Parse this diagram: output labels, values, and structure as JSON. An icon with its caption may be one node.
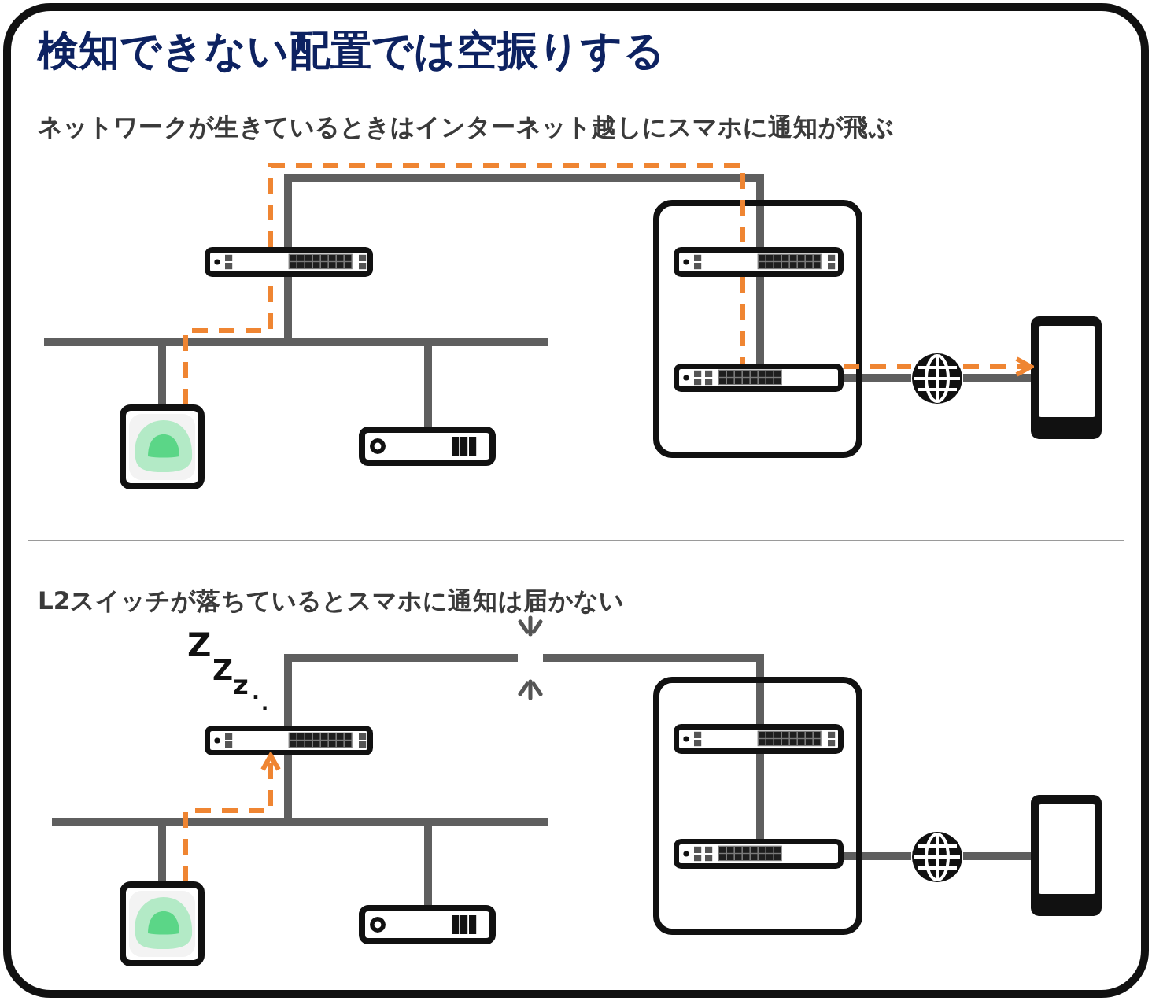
{
  "diagram": {
    "title": "検知できない配置では空振りする",
    "nodes": [
      {
        "text": [],
        "shape": "picture"
      },
      {
        "text": [],
        "shape": "bar"
      },
      {
        "text": [],
        "shape": "picture"
      },
      {
        "text": [],
        "shape": "picture"
      },
      {
        "text": [],
        "shape": "box"
      },
      {
        "text": [],
        "shape": "picture",
        "in": 4
      },
      {
        "text": [],
        "shape": "picture",
        "in": 4
      },
      {
        "text": [],
        "shape": "picture"
      },
      {
        "text": [],
        "shape": "picture"
      },
      {
        "text": [],
        "shape": "picture"
      },
      {
        "text": [],
        "shape": "picture"
      },
      {
        "text": [],
        "shape": "bar"
      },
      {
        "text": [],
        "shape": "picture"
      },
      {
        "text": [],
        "shape": "picture"
      },
      {
        "text": [],
        "shape": "box"
      },
      {
        "text": [],
        "shape": "picture",
        "in": 14
      },
      {
        "text": [],
        "shape": "picture",
        "in": 14
      },
      {
        "text": [],
        "shape": "picture"
      },
      {
        "text": [],
        "shape": "picture"
      }
    ],
    "edges": [
      {
        "from": 0,
        "to": 1,
        "arrow": "none"
      },
      {
        "from": 1,
        "to": 2,
        "arrow": "none"
      },
      {
        "from": 1,
        "to": 3,
        "arrow": "none"
      },
      {
        "from": 0,
        "to": 5,
        "arrow": "none"
      },
      {
        "from": 5,
        "to": 6,
        "arrow": "none"
      },
      {
        "from": 6,
        "to": 7,
        "arrow": "none"
      },
      {
        "from": 7,
        "to": 8,
        "arrow": "none"
      },
      {
        "from": 2,
        "to": 0,
        "arrow": "none",
        "style": "dashed",
        "color": "#ef8532"
      },
      {
        "from": 0,
        "to": 5,
        "arrow": "none",
        "style": "dashed",
        "color": "#ef8532"
      },
      {
        "from": 5,
        "to": 6,
        "arrow": "none",
        "style": "dashed",
        "color": "#ef8532"
      },
      {
        "from": 6,
        "to": 7,
        "arrow": "none",
        "style": "dashed",
        "color": "#ef8532"
      },
      {
        "from": 7,
        "to": 8,
        "arrow": "to",
        "style": "dashed",
        "color": "#ef8532"
      },
      {
        "from": 10,
        "to": 11,
        "arrow": "none"
      },
      {
        "from": 11,
        "to": 12,
        "arrow": "none"
      },
      {
        "from": 11,
        "to": 13,
        "arrow": "none"
      },
      {
        "from": 10,
        "to": 9,
        "arrow": "none"
      },
      {
        "from": 9,
        "to": 15,
        "arrow": "none"
      },
      {
        "from": 15,
        "to": 16,
        "arrow": "none"
      },
      {
        "from": 16,
        "to": 17,
        "arrow": "none"
      },
      {
        "from": 17,
        "to": 18,
        "arrow": "none"
      },
      {
        "from": 12,
        "to": 10,
        "arrow": "to",
        "style": "dashed",
        "color": "#ef8532"
      }
    ],
    "labels": [
      "ネットワークが生きているときはインターネット越しにスマホに通知が飛ぶ",
      "L2スイッチが落ちているとスマホに通知は届かない",
      "ZZz.."
    ]
  }
}
